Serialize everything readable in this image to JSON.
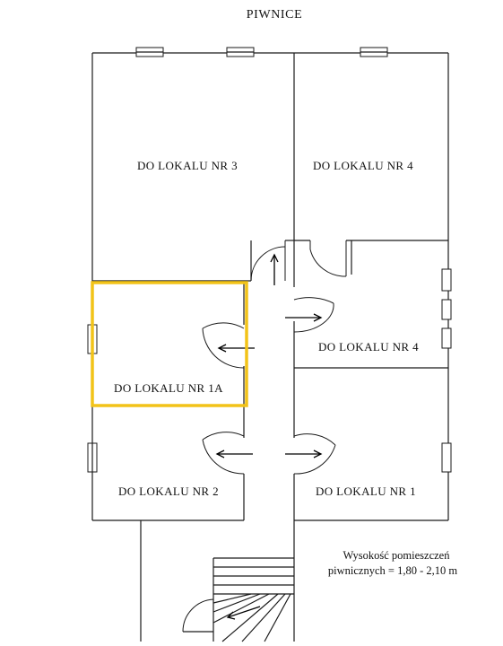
{
  "title": "PIWNICE",
  "rooms": {
    "r3": "DO LOKALU NR 3",
    "r4_top": "DO LOKALU NR 4",
    "r4_mid": "DO LOKALU NR 4",
    "r1a": "DO LOKALU NR 1A",
    "r2": "DO LOKALU NR 2",
    "r1": "DO LOKALU NR 1"
  },
  "note": {
    "line1": "Wysokość pomieszczeń",
    "line2": "piwnicznych = 1,80 - 2,10 m"
  },
  "colors": {
    "highlight": "#f2c318",
    "lines": "#1a1a1a"
  }
}
